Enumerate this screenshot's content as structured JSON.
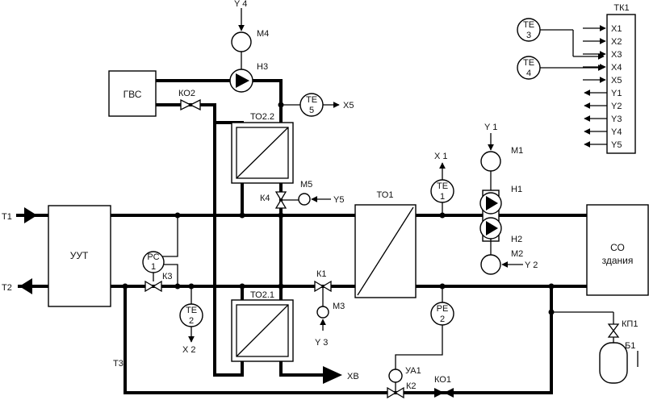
{
  "blocks": {
    "uut": "УУТ",
    "gvs": "ГВС",
    "co_line1": "СО",
    "co_line2": "здания",
    "tk1": "ТК1",
    "to1": "ТО1",
    "to21": "ТО2.1",
    "to22": "ТО2.2",
    "b1": "Б1"
  },
  "pipes": {
    "t1": "Т1",
    "t2": "Т2",
    "t3": "Т3",
    "xv": "ХВ"
  },
  "valves": {
    "ko2": "КО2",
    "ko1": "КО1",
    "k1": "К1",
    "k2": "К2",
    "k3": "К3",
    "k4": "К4",
    "kp1": "КП1"
  },
  "pumps": {
    "h1": "Н1",
    "h2": "Н2",
    "h3": "Н3"
  },
  "motors": {
    "m1": "М1",
    "m2": "М2",
    "m3": "М3",
    "m4": "М4",
    "m5": "М5",
    "ya1": "УА1"
  },
  "sensors": {
    "te_text": "ТЕ",
    "pe_text": "РЕ",
    "pc_text": "РС",
    "te1_num": "1",
    "te2_num": "2",
    "te3_num": "3",
    "te4_num": "4",
    "te5_num": "5",
    "pe2_num": "2",
    "pc1_num": "1"
  },
  "signals": {
    "x1": "Х 1",
    "x2": "Х 2",
    "x5": "Х5",
    "y1": "Y 1",
    "y2": "Y 2",
    "y3": "Y 3",
    "y4": "Y 4",
    "y5": "Y5"
  },
  "tk1_ports": [
    "Х1",
    "Х2",
    "Х3",
    "Х4",
    "Х5",
    "Y1",
    "Y2",
    "Y3",
    "Y4",
    "Y5"
  ]
}
